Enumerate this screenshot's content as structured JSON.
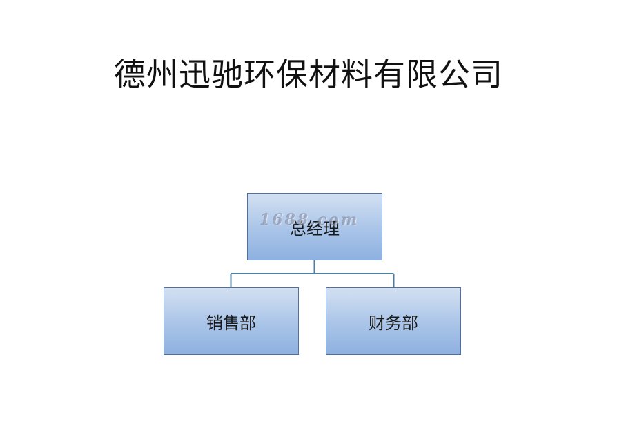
{
  "title": "德州迅驰环保材料有限公司",
  "org_chart": {
    "root": {
      "label": "总经理"
    },
    "children": [
      {
        "label": "销售部"
      },
      {
        "label": "财务部"
      }
    ]
  },
  "watermark": {
    "text": "1688.com"
  },
  "colors": {
    "node_fill_top": "#d3e0f2",
    "node_fill_bottom": "#8eb1e0",
    "node_border": "#4f6fa0",
    "connector": "#4f7fa0"
  }
}
